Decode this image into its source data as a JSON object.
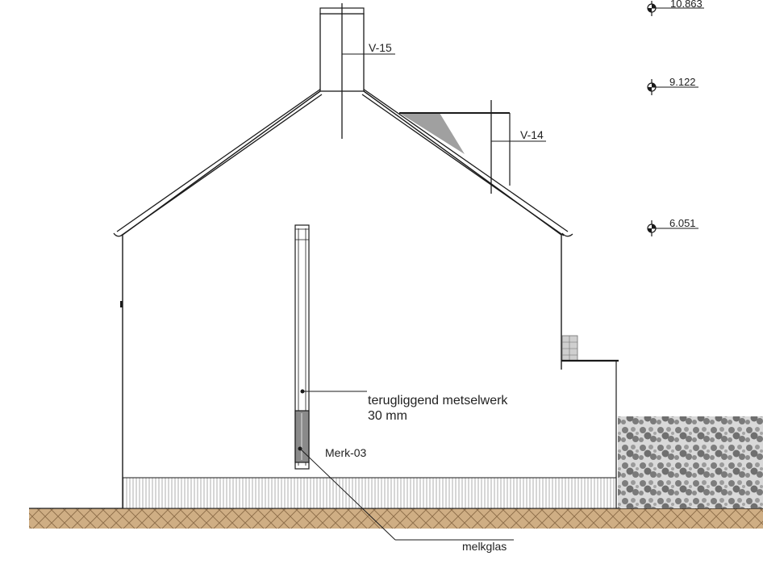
{
  "levels": {
    "top": "10.863",
    "ridge": "9.122",
    "eaves": "6.051"
  },
  "callouts": {
    "chimney": "V-15",
    "dormer": "V-14",
    "recessed_line1": "terugliggend metselwerk",
    "recessed_line2": "30 mm",
    "brand": "Merk-03",
    "glass": "melkglas"
  },
  "colors": {
    "ground": "#c9a77a",
    "hedge": "#9a9a9a",
    "glass": "#8a8a8a",
    "dormer_fill": "#a0a0a0"
  }
}
